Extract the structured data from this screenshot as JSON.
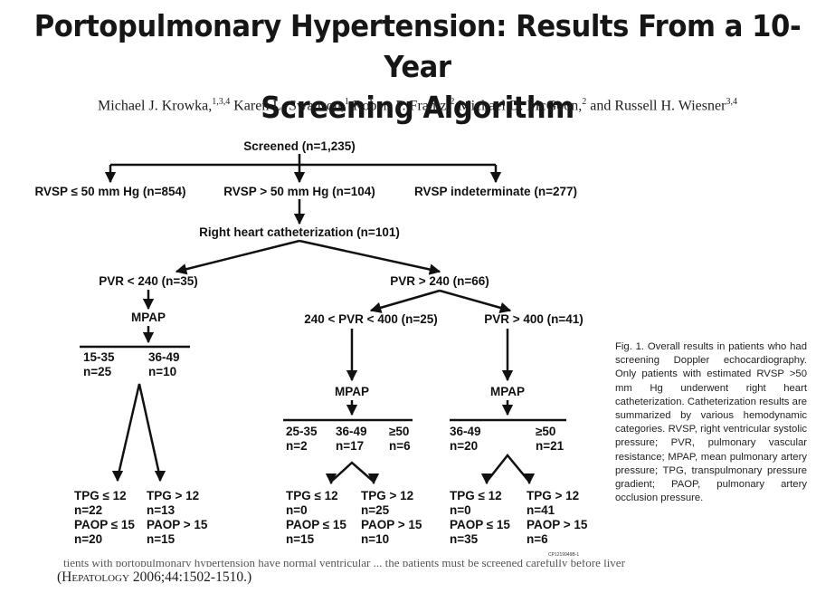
{
  "article": {
    "title_line1": "Portopulmonary Hypertension: Results From a 10-Year",
    "title_line2": "Screening Algorithm",
    "authors": [
      {
        "name": "Michael J. Krowka,",
        "aff": "1,3,4"
      },
      {
        "name": " Karen L. Swanson,",
        "aff": "1"
      },
      {
        "name": " Robert P. Frantz,",
        "aff": "2"
      },
      {
        "name": " Michael D. McGoon,",
        "aff": "2"
      },
      {
        "name": " and Russell H. Wiesner",
        "aff": "3,4"
      }
    ],
    "cutoff_text": "tients with portopulmonary hypertension have normal ventricular ... the patients must be screened carefully before liver transplantation.",
    "citation_journal": "Hepatology",
    "citation_rest": " 2006;44:1502-1510.)"
  },
  "flowchart": {
    "screened": "Screened (n=1,235)",
    "rvsp_low": "RVSP ≤ 50 mm Hg (n=854)",
    "rvsp_high": "RVSP > 50 mm Hg (n=104)",
    "rvsp_indet": "RVSP indeterminate (n=277)",
    "rhc": "Right heart catheterization (n=101)",
    "pvr_low": "PVR < 240 (n=35)",
    "pvr_high": "PVR > 240 (n=66)",
    "pvr_mid": "240 < PVR < 400 (n=25)",
    "pvr_400": "PVR > 400 (n=41)",
    "mpap": "MPAP",
    "left_col1_range": "15-35",
    "left_col1_n": "n=25",
    "left_col2_range": "36-49",
    "left_col2_n": "n=10",
    "mid_col1_range": "25-35",
    "mid_col1_n": "n=2",
    "mid_col2_range": "36-49",
    "mid_col2_n": "n=17",
    "mid_col3_range": "≥50",
    "mid_col3_n": "n=6",
    "right_col1_range": "36-49",
    "right_col1_n": "n=20",
    "right_col2_range": "≥50",
    "right_col2_n": "n=21",
    "outcomes": {
      "a": [
        "TPG ≤ 12",
        "n=22",
        "PAOP ≤ 15",
        "n=20"
      ],
      "b": [
        "TPG > 12",
        "n=13",
        "PAOP > 15",
        "n=15"
      ],
      "c": [
        "TPG ≤ 12",
        "n=0",
        "PAOP ≤ 15",
        "n=15"
      ],
      "d": [
        "TPG > 12",
        "n=25",
        "PAOP > 15",
        "n=10"
      ],
      "e": [
        "TPG ≤ 12",
        "n=0",
        "PAOP ≤ 15",
        "n=35"
      ],
      "f": [
        "TPG > 12",
        "n=41",
        "PAOP > 15",
        "n=6"
      ]
    },
    "figure_id": "CP1219949B-1"
  },
  "caption": "Fig. 1. Overall results in patients who had screening Doppler echocardiography. Only patients with estimated RVSP >50 mm Hg underwent right heart catheterization. Catheterization results are summarized by various hemodynamic categories. RVSP, right ventricular systolic pressure; PVR, pulmonary vascular resistance; MPAP, mean pulmonary artery pressure; TPG, transpulmonary pressure gradient; PAOP, pulmonary artery occlusion pressure."
}
